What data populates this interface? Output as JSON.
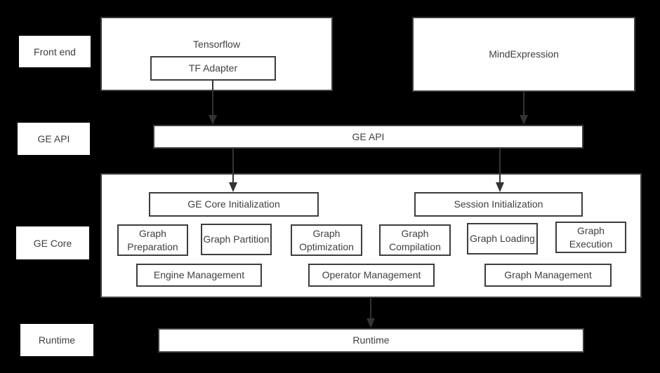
{
  "colors": {
    "bg": "#000000",
    "box_fill": "#ffffff",
    "box_border": "#3d3d3d",
    "text": "#3f3f3f",
    "arrow": "#333333"
  },
  "side_labels": {
    "front_end": "Front end",
    "ge_api": "GE API",
    "ge_core": "GE Core",
    "runtime": "Runtime"
  },
  "front_end": {
    "tensorflow_label": "Tensorflow",
    "tf_adapter_label": "TF Adapter",
    "mind_expression_label": "MindExpression"
  },
  "ge_api": {
    "label": "GE API"
  },
  "ge_core": {
    "ge_core_initialization": "GE Core Initialization",
    "session_initialization": "Session Initialization",
    "graph_preparation": "Graph Preparation",
    "graph_partition": "Graph Partition",
    "graph_optimization": "Graph Optimization",
    "graph_compilation": "Graph Compilation",
    "graph_loading": "Graph Loading",
    "graph_execution": "Graph Execution",
    "engine_management": "Engine Management",
    "operator_management": "Operator Management",
    "graph_management": "Graph Management"
  },
  "runtime": {
    "label": "Runtime"
  }
}
